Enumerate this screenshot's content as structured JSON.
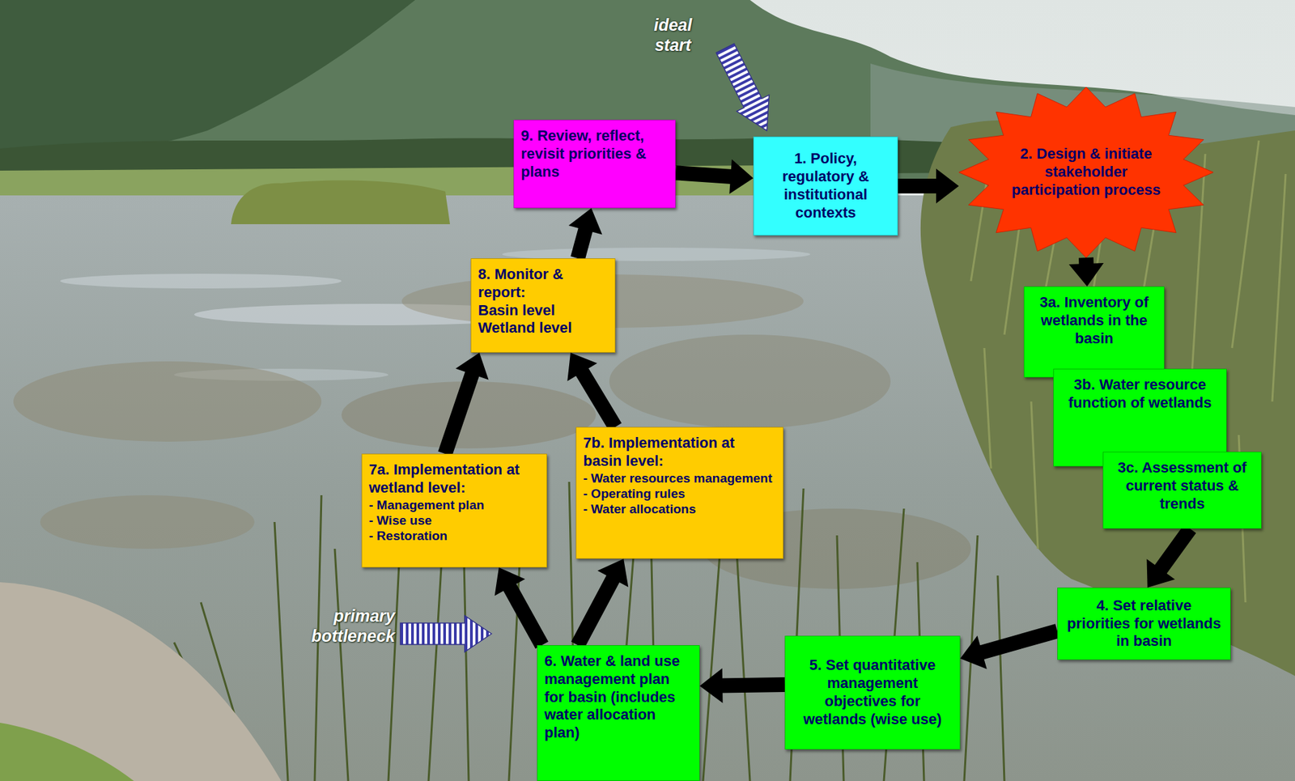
{
  "diagram": {
    "nodes": [
      {
        "text": [
          "1. Policy, regulatory & institutional contexts"
        ]
      },
      {
        "text": [
          "2. Design & initiate stakeholder participation process"
        ]
      },
      {
        "text": [
          "3a. Inventory of wetlands in the basin"
        ]
      },
      {
        "text": [
          "3b. Water resource function of wetlands"
        ]
      },
      {
        "text": [
          "3c. Assessment of current status & trends"
        ]
      },
      {
        "text": [
          "4. Set relative priorities for wetlands in basin"
        ]
      },
      {
        "text": [
          "5. Set quantitative management objectives for wetlands (wise use)"
        ]
      },
      {
        "text": [
          "6. Water & land use management plan for basin (includes water allocation plan)"
        ]
      },
      {
        "text": [
          "7a. Implementation at wetland level:",
          "- Management plan",
          "- Wise use",
          "- Restoration"
        ]
      },
      {
        "text": [
          "7b. Implementation at basin level:",
          "- Water resources management",
          "- Operating rules",
          "- Water allocations"
        ]
      },
      {
        "text": [
          "8. Monitor & report:",
          "Basin level",
          "Wetland level"
        ]
      },
      {
        "text": [
          "9. Review, reflect, revisit priorities & plans"
        ]
      }
    ],
    "edges": [
      {
        "from": 0,
        "to": 1,
        "arrow": "to"
      },
      {
        "from": 1,
        "to": 2,
        "arrow": "to"
      },
      {
        "from": 4,
        "to": 5,
        "arrow": "to"
      },
      {
        "from": 5,
        "to": 6,
        "arrow": "to"
      },
      {
        "from": 6,
        "to": 7,
        "arrow": "to"
      },
      {
        "from": 7,
        "to": 8,
        "arrow": "to"
      },
      {
        "from": 7,
        "to": 9,
        "arrow": "to"
      },
      {
        "from": 8,
        "to": 10,
        "arrow": "to"
      },
      {
        "from": 9,
        "to": 10,
        "arrow": "to"
      },
      {
        "from": 10,
        "to": 11,
        "arrow": "to"
      },
      {
        "from": 11,
        "to": 0,
        "arrow": "to"
      }
    ],
    "labels": [
      "ideal start",
      "primary bottleneck"
    ]
  }
}
